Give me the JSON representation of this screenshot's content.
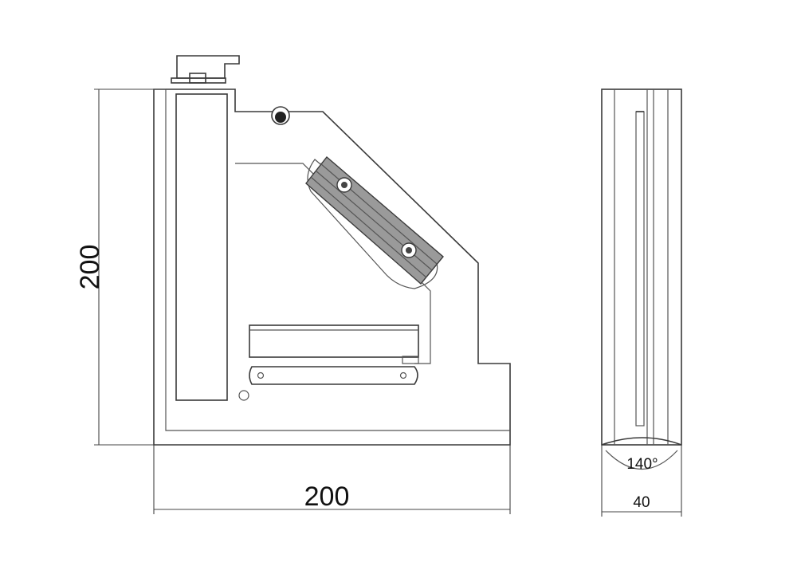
{
  "dimensions": {
    "height_label": "200",
    "width_label": "200",
    "depth_label": "40",
    "angle_label": "140°"
  },
  "colors": {
    "line": "#3a3a3a",
    "magnet_fill": "#9a9a9a",
    "screw_fill": "#222222"
  }
}
